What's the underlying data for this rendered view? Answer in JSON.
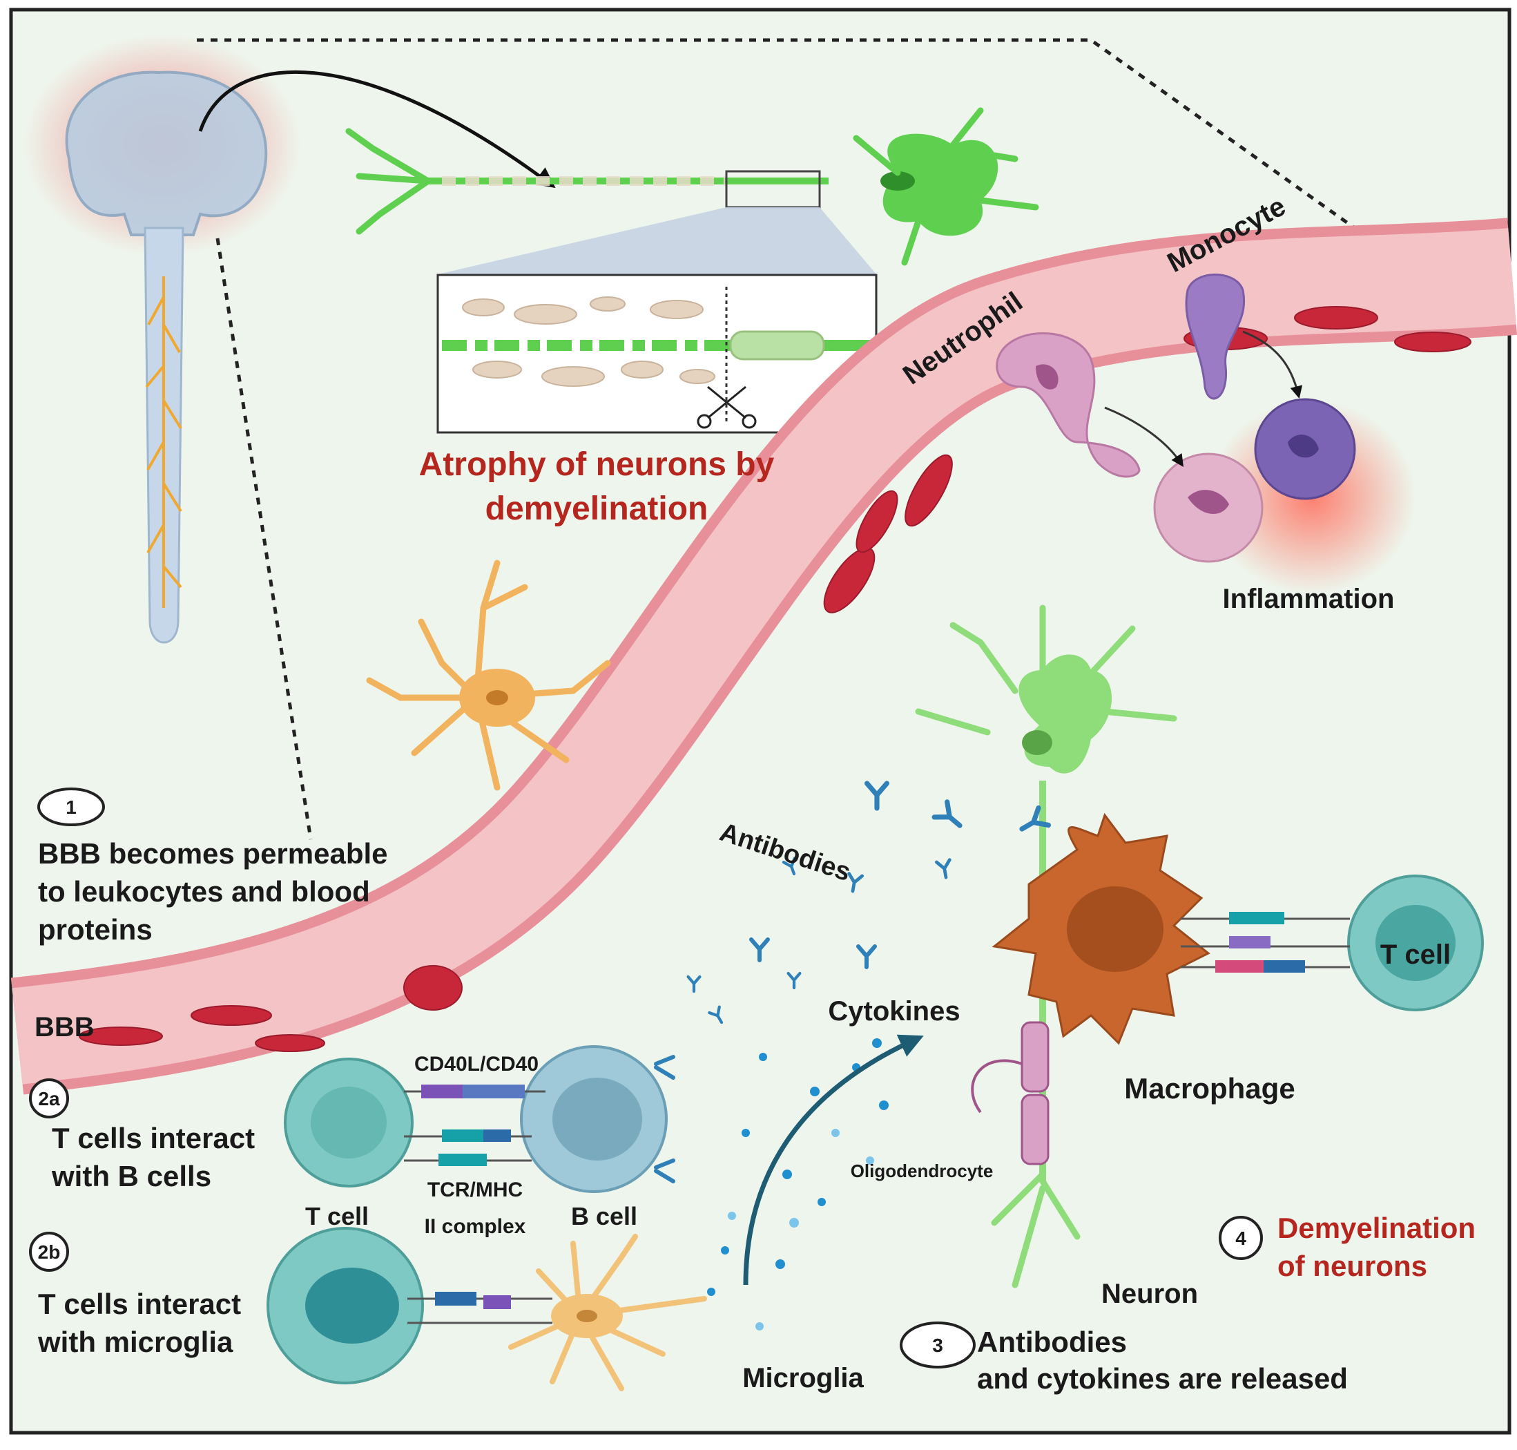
{
  "labels": {
    "atrophy_title_line1": "Atrophy of neurons by",
    "atrophy_title_line2": "demyelination",
    "monocyte": "Monocyte",
    "neutrophil": "Neutrophil",
    "inflammation": "Inflammation",
    "antibodies": "Antibodies",
    "cytokines": "Cytokines",
    "t_cell_right": "T cell",
    "macrophage": "Macrophage",
    "oligodendrocyte": "Oligodendrocyte",
    "neuron": "Neuron",
    "microglia": "Microglia",
    "bbb": "BBB",
    "cd40": "CD40L/CD40",
    "tcr_line1": "TCR/MHC",
    "tcr_line2": "II complex",
    "t_cell_left": "T cell",
    "b_cell": "B cell"
  },
  "steps": {
    "step1": {
      "number": "1",
      "line1": "BBB becomes permeable",
      "line2": "to leukocytes and blood",
      "line3": "proteins"
    },
    "step2a": {
      "number": "2a",
      "line1": "T cells interact",
      "line2": "with B cells"
    },
    "step2b": {
      "number": "2b",
      "line1": "T cells interact",
      "line2": "with microglia"
    },
    "step3": {
      "number": "3",
      "line1": "Antibodies",
      "line2": "and cytokines are released"
    },
    "step4": {
      "number": "4",
      "line1": "Demyelination",
      "line2": "of neurons"
    }
  },
  "colors": {
    "background": "#eef5ec",
    "vessel": "#f4c3c6",
    "vessel_wall": "#e8909a",
    "rbc": "#c8273a",
    "neuron_green": "#5fcf4f",
    "astrocyte_orange": "#f2b35e",
    "macrophage": "#c9662e",
    "t_cell": "#7fc9c4",
    "b_cell": "#8fbccb",
    "antibody": "#2f7fb8",
    "title_red": "#b5261f"
  }
}
